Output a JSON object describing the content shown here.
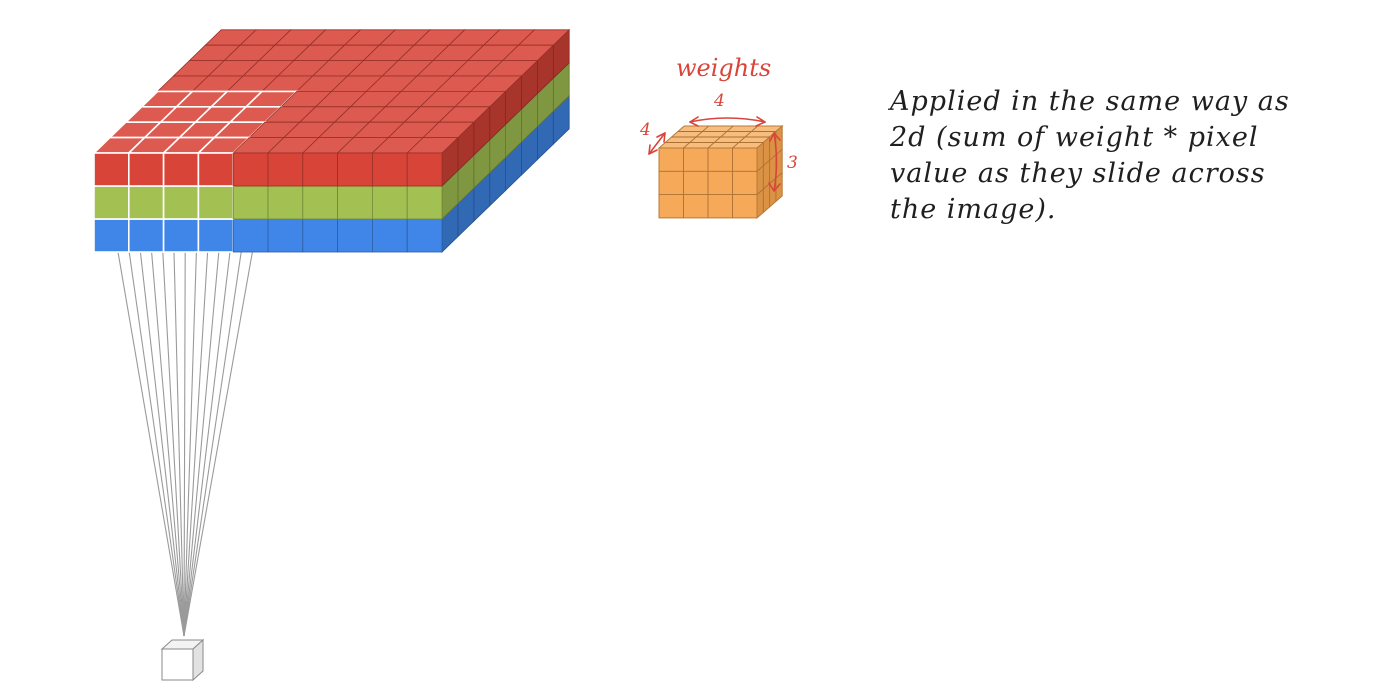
{
  "labels": {
    "weights": "weights",
    "width": "4",
    "depth": "4",
    "height": "3"
  },
  "caption": {
    "lines": [
      "Applied in the same way as",
      "2d (sum of weight * pixel",
      "value as they slide across",
      "the image)."
    ]
  },
  "image_volume": {
    "columns": 10,
    "rows": 8,
    "channels": [
      "red",
      "green",
      "blue"
    ],
    "highlighted_patch": {
      "columns": 4,
      "rows": 4
    }
  },
  "kernel": {
    "width": 4,
    "depth": 4,
    "height": 3
  },
  "colors": {
    "red": "#d84438",
    "green": "#a3c152",
    "blue": "#3f86e8",
    "kernel": "#f4a24b",
    "annotation": "#d9453a",
    "lines": "#9a9a9a"
  }
}
